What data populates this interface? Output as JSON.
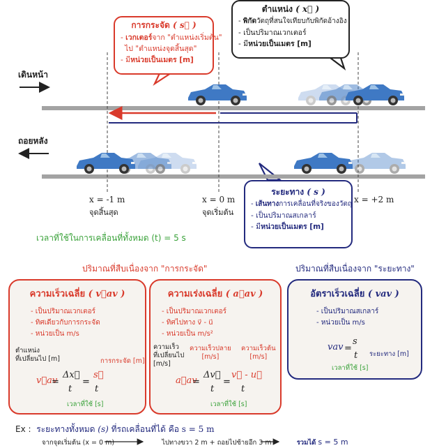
{
  "colors": {
    "red": "#d93a2b",
    "navy": "#232a7e",
    "green": "#3aa23a",
    "road": "#a3a3a3",
    "car": "#3f79c4"
  },
  "top": {
    "displacement": {
      "title": "การกระจัด",
      "symbol": "( s⃗ )",
      "b1a": "เวกเตอร์",
      "b1b": "จาก \"ตำแหน่งเริ่มต้น\"",
      "b1c": "ไป \"ตำแหน่งจุดสิ้นสุด\"",
      "b2a": "มี",
      "b2b": "หน่วยเป็นเมตร [m]"
    },
    "position": {
      "title": "ตำแหน่ง",
      "symbol": "( x⃗ )",
      "b1a": "พิกัด",
      "b1b": "วัตถุที่สนใจเทียบกับพิกัดอ้างอิง",
      "b2": "เป็นปริมาณเวกเตอร์",
      "b3a": "มี",
      "b3b": "หน่วยเป็นเมตร [m]"
    },
    "distance": {
      "title": "ระยะทาง",
      "symbol": "( s )",
      "b1a": "เส้นทาง",
      "b1b": "การเคลื่อนที่จริงของวัตถุ",
      "b2": "เป็นปริมาณสเกลาร์",
      "b3a": "มี",
      "b3b": "หน่วยเป็นเมตร [m]"
    }
  },
  "labels": {
    "forward": "เดินหน้า",
    "backward": "ถอยหลัง",
    "x1": "x = -1 m",
    "x2": "x = 0 m",
    "x3": "x = +2 m",
    "end": "จุดสิ้นสุด",
    "start": "จุดเริ่มต้น",
    "time": "เวลาที่ใช้ในการเคลื่อนที่ทั้งหมด (t) = 5 s"
  },
  "sections": {
    "left": "ปริมาณที่สืบเนื่องจาก \"การกระจัด\"",
    "right": "ปริมาณที่สืบเนื่องจาก \"ระยะทาง\""
  },
  "boxes": {
    "velocity": {
      "title": "ความเร็วเฉลี่ย",
      "sym": "( v⃗av )",
      "b1": "- เป็นปริมาณเวกเตอร์",
      "b2": "- ทิศเดียวกับการกระจัด",
      "b3": "- หน่วยเป็น m/s",
      "note1": "ตำแหน่ง",
      "note2": "ที่เปลี่ยนไป [m]",
      "note3": "การกระจัด [m]",
      "note4": "เวลาที่ใช้ [s]",
      "lhs": "v⃗av",
      "mid_top": "Δx⃗",
      "mid_bot": "t",
      "rhs_top": "s⃗",
      "rhs_bot": "t"
    },
    "accel": {
      "title": "ความเร่งเฉลี่ย",
      "sym": "( a⃗av )",
      "b1": "- เป็นปริมาณเวกเตอร์",
      "b2": "- ทิศไปทาง  v⃗ - u⃗",
      "b3": "- หน่วยเป็น m/s²",
      "note1": "ความเร็ว",
      "note2": "ที่เปลี่ยนไป",
      "note3": "[m/s]",
      "note4": "ความเร็วปลาย",
      "note5": "[m/s]",
      "note6": "ความเร็วต้น",
      "note7": "[m/s]",
      "note8": "เวลาที่ใช้ [s]",
      "lhs": "a⃗av",
      "mid_top": "Δv⃗",
      "mid_bot": "t",
      "rhs_top": "v⃗ - u⃗",
      "rhs_bot": "t"
    },
    "speed": {
      "title": "อัตราเร็วเฉลี่ย",
      "sym": "( vav )",
      "b1": "- เป็นปริมาณสเกลาร์",
      "b2": "- หน่วยเป็น m/s",
      "note1": "ระยะทาง [m]",
      "note2": "เวลาที่ใช้ [s]",
      "lhs": "vav",
      "rhs_top": "s",
      "rhs_bot": "t"
    }
  },
  "example": {
    "prefix": "Ex :",
    "line1a": "ระยะทางทั้งหมด",
    "line1b": "(s)",
    "line1c": "ที่รถเคลื่อนที่ได้  คือ",
    "line1d": "s = 5 m",
    "line2a": "จากจุดเริ่มต้น (x = 0 m)",
    "line2b": "ไปทางขวา 2 m + ถอยไปซ้ายอีก 3 m",
    "line2c": "รวมได้",
    "line2d": "s = 5 m"
  }
}
